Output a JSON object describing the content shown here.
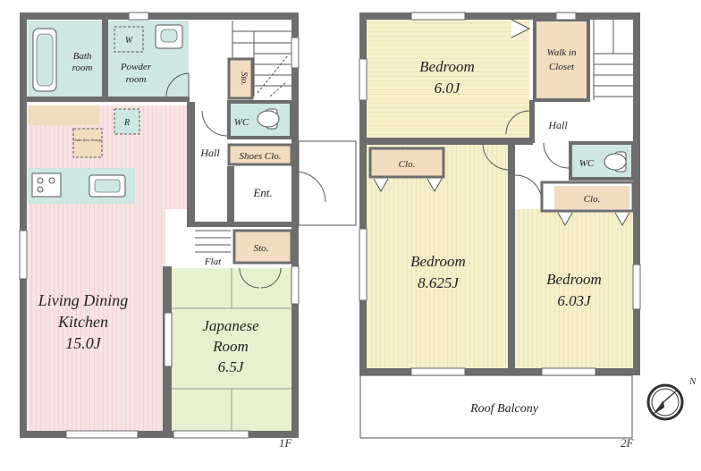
{
  "floor1": {
    "tag": "1F",
    "rooms": {
      "bath": "Bath room",
      "powder": "Powder room",
      "washer_mark": "W",
      "storage_small": "Sto.",
      "wc": "WC",
      "hall": "Hall",
      "shoes": "Shoes Clo.",
      "entrance": "Ent.",
      "fridge_mark": "R",
      "underfloor": "Under floor Storage",
      "ldk_line1": "Living Dining",
      "ldk_line2": "Kitchen",
      "ldk_size": "15.0J",
      "storage2": "Sto.",
      "flat": "Flat",
      "japanese_line1": "Japanese",
      "japanese_line2": "Room",
      "japanese_size": "6.5J"
    }
  },
  "floor2": {
    "tag": "2F",
    "rooms": {
      "bed1": "Bedroom",
      "bed1_size": "6.0J",
      "walkin_line1": "Walk in",
      "walkin_line2": "Closet",
      "hall": "Hall",
      "clo1": "Clo.",
      "wc": "WC",
      "clo2": "Clo.",
      "bed2": "Bedroom",
      "bed2_size": "8.625J",
      "bed3": "Bedroom",
      "bed3_size": "6.03J",
      "balcony": "Roof Balcony"
    }
  },
  "compass": {
    "label": "N"
  },
  "colors": {
    "wall": "#6d6d6d",
    "bedroom_floor": "#f3ecc4",
    "ldk_floor": "#f7dede",
    "japanese_floor": "#e6f2cf",
    "wet_area": "#cde7e3",
    "storage": "#f1dcc0"
  }
}
